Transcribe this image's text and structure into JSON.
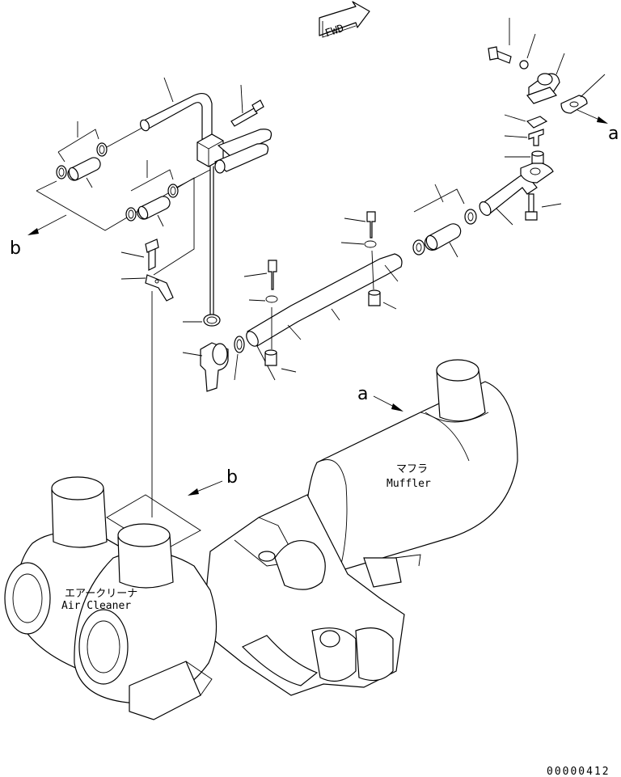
{
  "labels": {
    "fwd": "FWD",
    "ref_a_top": "a",
    "ref_a_mid": "a",
    "ref_b_left": "b",
    "ref_b_mid": "b",
    "muffler_jp": "マフラ",
    "muffler_en": "Muffler",
    "aircleaner_jp": "エアークリーナ",
    "aircleaner_en": "Air Cleaner",
    "drawing_number": "00000412"
  }
}
